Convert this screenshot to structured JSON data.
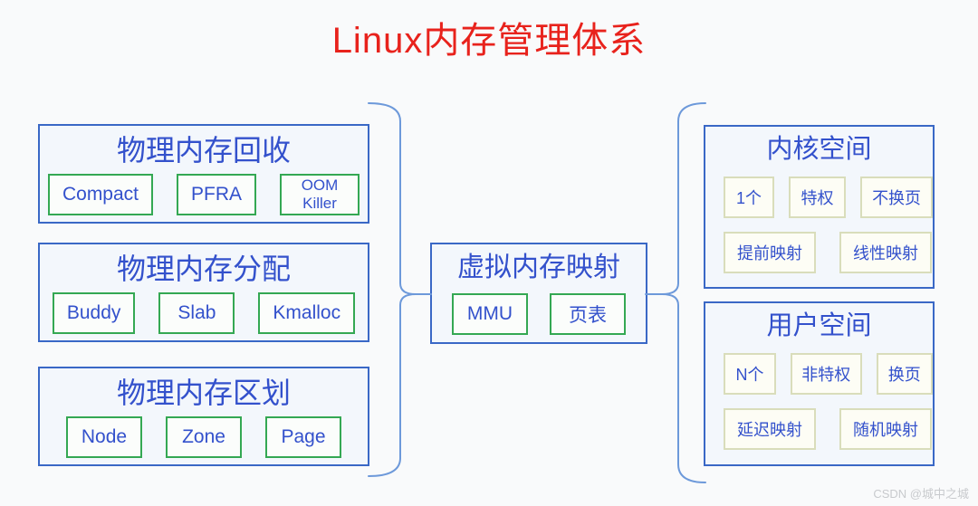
{
  "title": "Linux内存管理体系",
  "watermark": "CSDN @城中之城",
  "left_boxes": [
    {
      "title": "物理内存回收",
      "chips": [
        "Compact",
        "PFRA",
        "OOM Killer"
      ]
    },
    {
      "title": "物理内存分配",
      "chips": [
        "Buddy",
        "Slab",
        "Kmalloc"
      ]
    },
    {
      "title": "物理内存区划",
      "chips": [
        "Node",
        "Zone",
        "Page"
      ]
    }
  ],
  "center_box": {
    "title": "虚拟内存映射",
    "chips": [
      "MMU",
      "页表"
    ]
  },
  "right_boxes": [
    {
      "title": "内核空间",
      "row1": [
        "1个",
        "特权",
        "不换页"
      ],
      "row2": [
        "提前映射",
        "线性映射"
      ]
    },
    {
      "title": "用户空间",
      "row1": [
        "N个",
        "非特权",
        "换页"
      ],
      "row2": [
        "延迟映射",
        "随机映射"
      ]
    }
  ],
  "colors": {
    "title_red": "#e8221c",
    "panel_border_blue": "#3a68c6",
    "panel_fill": "#f3f7fc",
    "text_blue": "#3351cc",
    "chip_border_green": "#34a853",
    "chip_fill": "#fbfdfb",
    "chip_border_olive": "#d9ddbb",
    "chip_fill_olive": "#fdfdf5",
    "brace_blue": "#6d99da",
    "watermark_gray": "#c8cacd",
    "page_bg": "#f9fafb"
  }
}
